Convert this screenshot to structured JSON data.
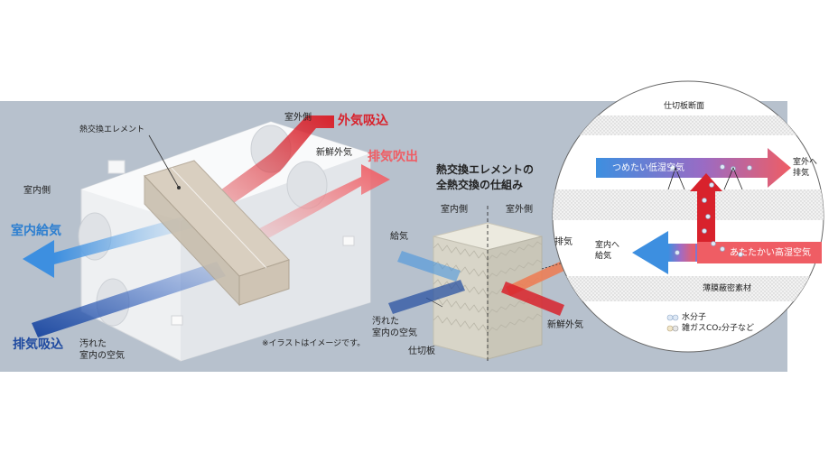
{
  "left_unit": {
    "element_label": "熱交換エレメント",
    "outdoor_side": "室外側",
    "indoor_side": "室内側",
    "outside_air_intake": "外気吸込",
    "fresh_outside_air": "新鮮外気",
    "exhaust_outlet": "排気吹出",
    "indoor_supply": "室内給気",
    "exhaust_intake": "排気吸込",
    "dirty_indoor_air": [
      "汚れた",
      "室内の空気"
    ],
    "illustration_note": "※イラストはイメージです。"
  },
  "middle_element": {
    "title": [
      "熱交換エレメントの",
      "全熱交換の仕組み"
    ],
    "indoor_side": "室内側",
    "outdoor_side": "室外側",
    "supply_air": "給気",
    "exhaust_air": "排気",
    "dirty_indoor_air": [
      "汚れた",
      "室内の空気"
    ],
    "fresh_outside_air": "新鮮外気",
    "partition_plate": "仕切板"
  },
  "cross_section": {
    "title": "仕切板断面",
    "cold_humid_air": "つめたい低湿空気",
    "to_outdoor_exhaust": [
      "室外へ",
      "排気"
    ],
    "to_indoor_supply": [
      "室内へ",
      "給気"
    ],
    "warm_humid_air": "あたたかい高湿空気",
    "membrane_material": "薄膜蔽密素材",
    "legend": [
      {
        "label": "水分子"
      },
      {
        "label": "雑ガスCO₂分子など"
      }
    ]
  },
  "colors": {
    "panel": "#b7c1cd",
    "red": "#d8222c",
    "pink": "#ef5d64",
    "blue": "#3d8fe0",
    "navy": "#1f4aa0"
  }
}
